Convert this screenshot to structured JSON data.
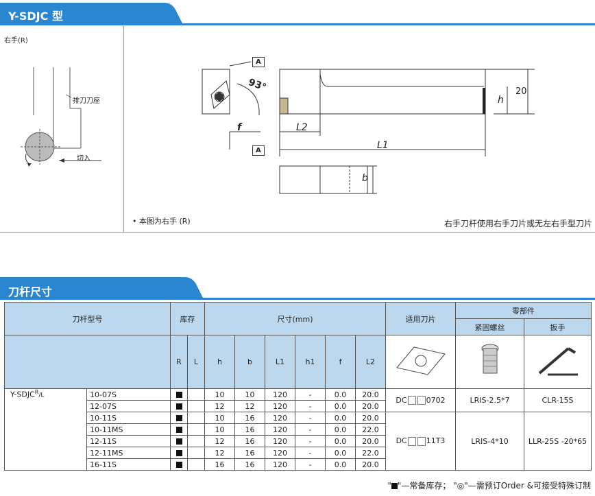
{
  "section1": {
    "title": "Y-SDJC 型",
    "hand_label": "右手(R)",
    "seat_label": "排刀刀座",
    "cut_label": "切入",
    "note_left": "• 本图为右手 (R)",
    "note_right": "右手刀杆使用右手刀片或无左右手型刀片",
    "dims": {
      "a": "A",
      "angle": "93°",
      "f": "f",
      "l2": "L2",
      "l1": "L1",
      "h": "h",
      "h20": "20",
      "b": "b"
    }
  },
  "section2": {
    "title": "刀杆尺寸"
  },
  "table": {
    "col_model": "刀杆型号",
    "col_stock": "库存",
    "col_size": "尺寸(mm)",
    "col_insert": "适用刀片",
    "col_parts": "零部件",
    "col_screw": "紧固螺丝",
    "col_wrench": "扳手",
    "sub": [
      "R",
      "L",
      "h",
      "b",
      "L1",
      "h1",
      "f",
      "L2"
    ],
    "model_prefix": "Y-SDJC",
    "model_sup": "R",
    "model_sub": "/L",
    "rows": [
      {
        "code": "10-07S",
        "r": true,
        "h": "10",
        "b": "10",
        "l1": "120",
        "h1": "-",
        "f": "0.0",
        "l2": "20.0"
      },
      {
        "code": "12-07S",
        "r": true,
        "h": "12",
        "b": "12",
        "l1": "120",
        "h1": "-",
        "f": "0.0",
        "l2": "20.0"
      },
      {
        "code": "10-11S",
        "r": true,
        "h": "10",
        "b": "16",
        "l1": "120",
        "h1": "-",
        "f": "0.0",
        "l2": "20.0"
      },
      {
        "code": "10-11MS",
        "r": true,
        "h": "10",
        "b": "16",
        "l1": "120",
        "h1": "-",
        "f": "0.0",
        "l2": "22.0"
      },
      {
        "code": "12-11S",
        "r": true,
        "h": "12",
        "b": "16",
        "l1": "120",
        "h1": "-",
        "f": "0.0",
        "l2": "20.0"
      },
      {
        "code": "12-11MS",
        "r": true,
        "h": "12",
        "b": "16",
        "l1": "120",
        "h1": "-",
        "f": "0.0",
        "l2": "22.0"
      },
      {
        "code": "16-11S",
        "r": true,
        "h": "16",
        "b": "16",
        "l1": "120",
        "h1": "-",
        "f": "0.0",
        "l2": "20.0"
      }
    ],
    "group1": {
      "insert_pre": "DC",
      "insert_post": "0702",
      "screw": "LRIS-2.5*7",
      "wrench": "CLR-15S"
    },
    "group2": {
      "insert_pre": "DC",
      "insert_post": "11T3",
      "screw": "LRIS-4*10",
      "wrench": "LLR-25S -20*65"
    }
  },
  "legend": {
    "part1": "\"",
    "part2": "\"—常备库存；  \"◎\"—需预订Order   &可接受特殊订制"
  },
  "colors": {
    "tab_blue": "#2a86d1",
    "header_bg": "#bcd8ef"
  }
}
